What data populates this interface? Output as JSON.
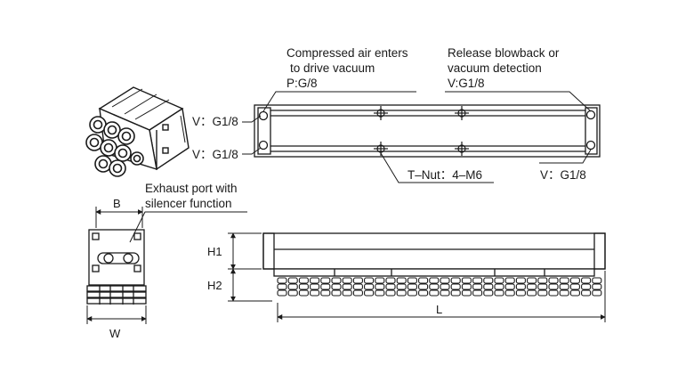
{
  "labels": {
    "compressed_line1": "Compressed air enters",
    "compressed_line2": "to drive vacuum",
    "p_port": "P:G/8",
    "release_line1": "Release blowback or",
    "release_line2": "vacuum detection",
    "v_port_top": "V:G1/8",
    "v_left_top": "V：G1/8",
    "v_left_bottom": "V：G1/8",
    "v_right_bottom": "V：G1/8",
    "tnut": "T–Nut：4–M6",
    "exhaust_line1": "Exhaust port with",
    "exhaust_line2": "silencer function"
  },
  "dimensions": {
    "b": "B",
    "w": "W",
    "h1": "H1",
    "h2": "H2",
    "l": "L"
  }
}
